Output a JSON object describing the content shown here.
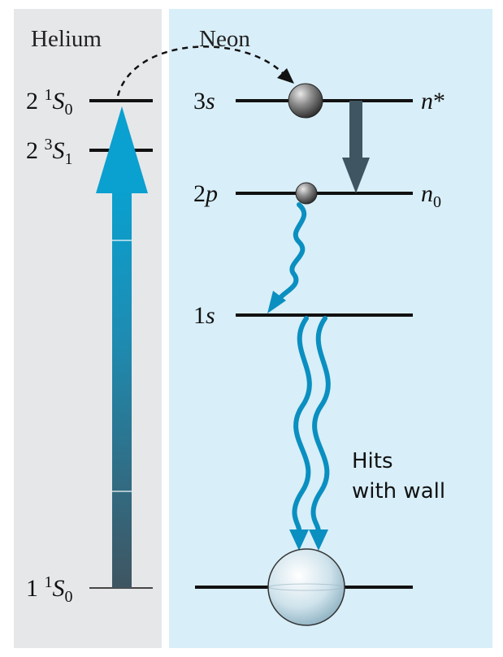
{
  "helium": {
    "title": "Helium",
    "levels": [
      {
        "prefix": "2 ",
        "sup": "1",
        "term": "S",
        "sub": "0"
      },
      {
        "prefix": "2 ",
        "sup": "3",
        "term": "S",
        "sub": "1"
      },
      {
        "prefix": "1 ",
        "sup": "1",
        "term": "S",
        "sub": "0"
      }
    ]
  },
  "neon": {
    "title": "Neon",
    "levels": [
      {
        "num": "3",
        "letter": "s"
      },
      {
        "num": "2",
        "letter": "p"
      },
      {
        "num": "1",
        "letter": "s"
      }
    ],
    "right_labels": [
      {
        "sym": "n",
        "suffix": "*"
      },
      {
        "sym": "n",
        "sub": "0"
      }
    ],
    "annotation": [
      "Hits",
      "with wall"
    ]
  },
  "colors": {
    "helium_panel": "#e6e7e9",
    "neon_panel": "#d8eef8",
    "pump_arrow_top": "#0aa0cf",
    "pump_arrow_bottom": "#3f5561",
    "decay_arrow": "#3f5561",
    "photon": "#0a8fc0",
    "level_line": "#111111"
  }
}
